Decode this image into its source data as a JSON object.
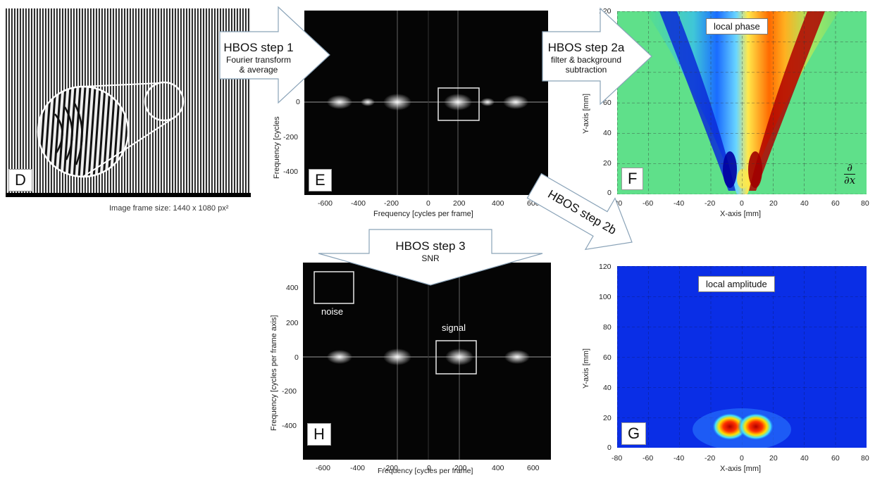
{
  "panels": {
    "d": {
      "label": "D",
      "caption": "Image frame size: 1440 x 1080 px²"
    },
    "e": {
      "label": "E",
      "xlabel": "Frequency [cycles per frame]",
      "ylabel": "Frequency [cycles",
      "xticks": [
        "-600",
        "-400",
        "-200",
        "0",
        "200",
        "400",
        "600"
      ],
      "yticks": [
        "0",
        "-200",
        "-400"
      ]
    },
    "f": {
      "label": "F",
      "title": "local phase",
      "xlabel": "X-axis [mm]",
      "ylabel": "Y-axis [mm]",
      "xticks": [
        "-80",
        "-60",
        "-40",
        "-20",
        "0",
        "20",
        "40",
        "60",
        "80"
      ],
      "yticks": [
        "0",
        "20",
        "40",
        "60",
        "80",
        "100",
        "120"
      ],
      "derivative_top": "∂",
      "derivative_bottom": "∂x"
    },
    "g": {
      "label": "G",
      "title": "local amplitude",
      "xlabel": "X-axis [mm]",
      "ylabel": "Y-axis [mm]",
      "xticks": [
        "-80",
        "-60",
        "-40",
        "-20",
        "0",
        "20",
        "40",
        "60",
        "80"
      ],
      "yticks": [
        "0",
        "20",
        "40",
        "60",
        "80",
        "100",
        "120"
      ]
    },
    "h": {
      "label": "H",
      "xlabel": "Frequency [cycles per frame]",
      "ylabel": "Frequency [cycles per frame axis]",
      "xticks": [
        "-600",
        "-400",
        "-200",
        "0",
        "200",
        "400",
        "600"
      ],
      "yticks": [
        "400",
        "200",
        "0",
        "-200",
        "-400"
      ],
      "noise_label": "noise",
      "signal_label": "signal"
    }
  },
  "steps": {
    "step1": {
      "title": "HBOS step 1",
      "line1": "Fourier transform",
      "line2": "& average"
    },
    "step2a": {
      "title": "HBOS step 2a",
      "line1": "filter & background",
      "line2": "subtraction"
    },
    "step2b": {
      "title": "HBOS step 2b"
    },
    "step3": {
      "title": "HBOS step 3",
      "line1": "SNR"
    }
  },
  "colors": {
    "spectrum_background": "#050505",
    "arrow_fill": "#ffffff",
    "arrow_stroke": "#8aa3b8",
    "jet_blue": "#1a1aff",
    "jet_red": "#cc0000",
    "jet_green": "#66dd66"
  }
}
